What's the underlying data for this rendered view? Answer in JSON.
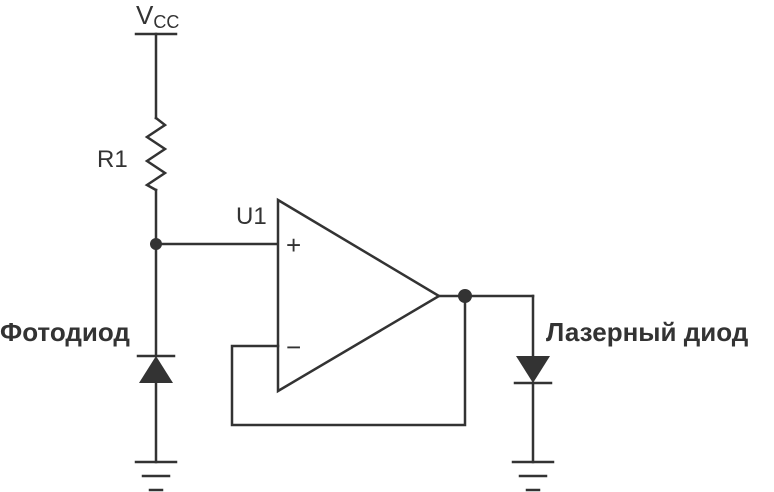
{
  "labels": {
    "vcc_main": "V",
    "vcc_sub": "CC",
    "r1": "R1",
    "u1": "U1",
    "plus": "+",
    "minus": "−",
    "photodiode": "Фотодиод",
    "laser_diode": "Лазерный диод"
  },
  "colors": {
    "ink": "#333333",
    "background": "#ffffff"
  }
}
